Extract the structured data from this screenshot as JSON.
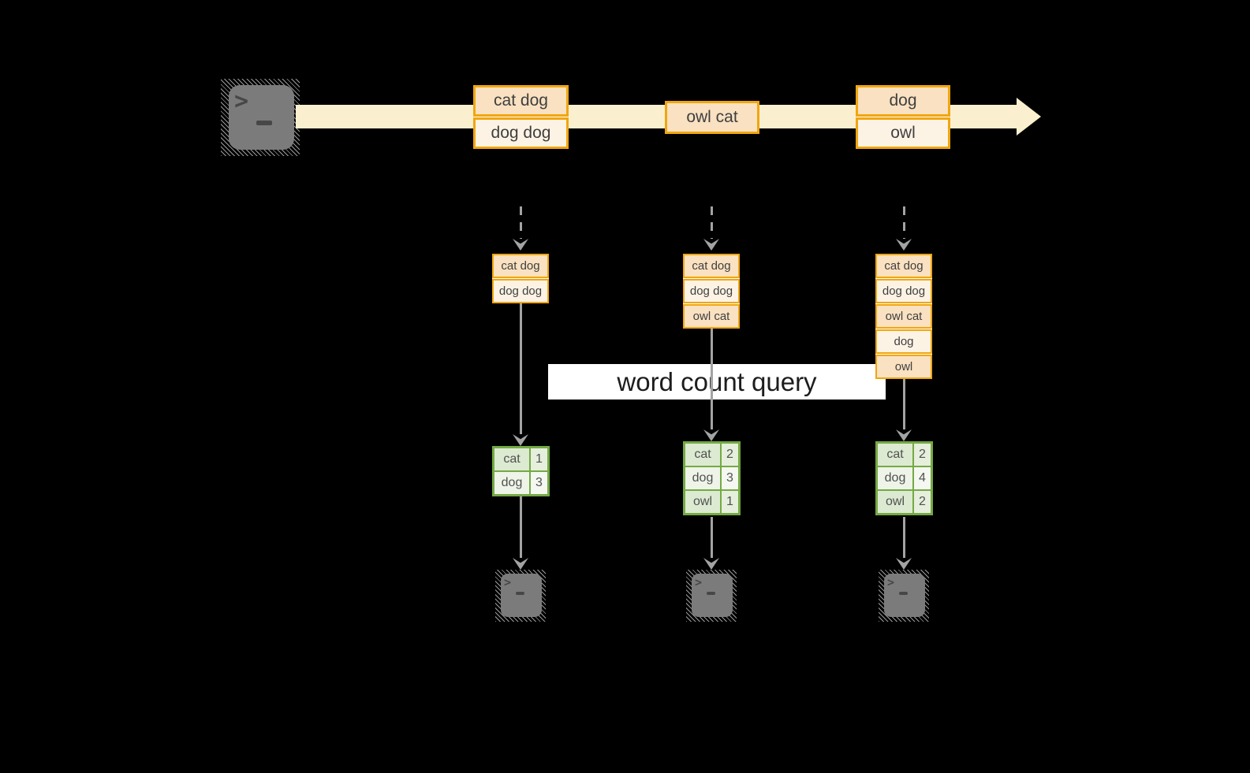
{
  "query_banner": {
    "label": "word count query"
  },
  "terminal": {
    "prompt_char": ">"
  },
  "stream_events": [
    {
      "cells": [
        "cat dog",
        "dog dog"
      ]
    },
    {
      "cells": [
        "owl cat"
      ]
    },
    {
      "cells": [
        "dog",
        "owl"
      ]
    }
  ],
  "buffers": [
    {
      "cells": [
        "cat dog",
        "dog dog"
      ]
    },
    {
      "cells": [
        "cat dog",
        "dog dog",
        "owl cat"
      ]
    },
    {
      "cells": [
        "cat dog",
        "dog dog",
        "owl cat",
        "dog",
        "owl"
      ]
    }
  ],
  "count_tables": [
    {
      "rows": [
        {
          "word": "cat",
          "count": "1"
        },
        {
          "word": "dog",
          "count": "3"
        }
      ]
    },
    {
      "rows": [
        {
          "word": "cat",
          "count": "2"
        },
        {
          "word": "dog",
          "count": "3"
        },
        {
          "word": "owl",
          "count": "1"
        }
      ]
    },
    {
      "rows": [
        {
          "word": "cat",
          "count": "2"
        },
        {
          "word": "dog",
          "count": "4"
        },
        {
          "word": "owl",
          "count": "2"
        }
      ]
    }
  ],
  "colors": {
    "background": "#000000",
    "stream_band": "#FAF0CF",
    "event_border": "#F0A60F",
    "event_fill_dark": "#F9E1C1",
    "event_fill_light": "#FDF3E5",
    "table_border": "#74A945",
    "table_row_dark": "#DCEAD1",
    "table_row_light": "#EEF4E8",
    "arrow_gray": "#A3A3A3",
    "terminal_gray": "#7B7B7B",
    "banner_bg": "#FFFFFF"
  }
}
